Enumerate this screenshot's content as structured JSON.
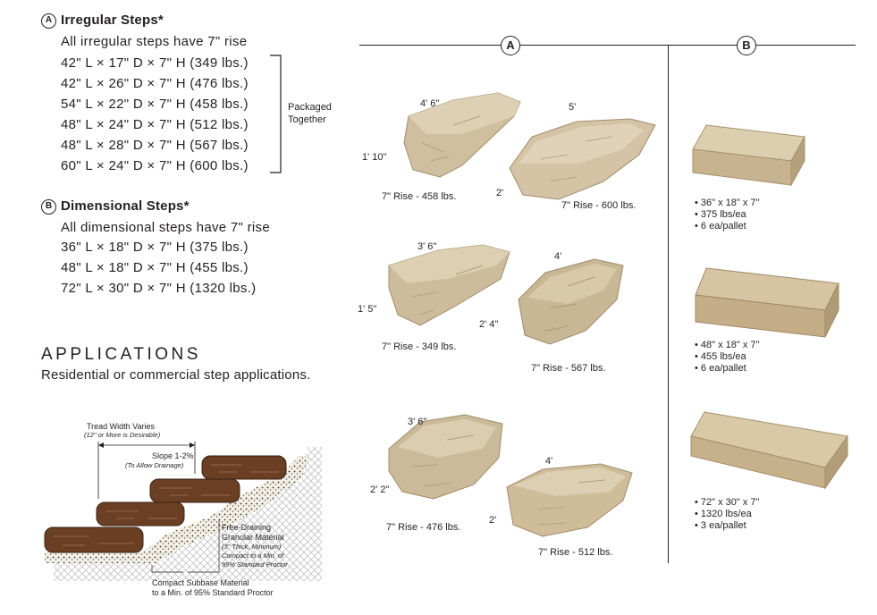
{
  "irregular": {
    "letter": "A",
    "title": "Irregular Steps*",
    "rise_note": "All irregular steps have 7\" rise",
    "items": [
      "42\" L  × 17\" D × 7\" H (349 lbs.)",
      "42\" L  × 26\" D × 7\" H (476 lbs.)",
      "54\" L  × 22\" D × 7\" H (458 lbs.)",
      "48\" L  × 24\" D × 7\" H (512 lbs.)",
      "48\" L  × 28\" D × 7\" H (567 lbs.)",
      "60\" L  × 24\" D × 7\" H (600 lbs.)"
    ],
    "packaged_line1": "Packaged",
    "packaged_line2": "Together"
  },
  "dimensional": {
    "letter": "B",
    "title": "Dimensional Steps*",
    "rise_note": "All dimensional steps have 7\" rise",
    "items": [
      "36\" L  × 18\" D × 7\" H (375 lbs.)",
      "48\" L  × 18\" D × 7\" H (455 lbs.)",
      "72\" L  × 30\" D × 7\" H (1320 lbs.)"
    ]
  },
  "applications": {
    "title": "APPLICATIONS",
    "text": "Residential or commercial step applications."
  },
  "diagram": {
    "tread_width": "Tread Width Varies",
    "tread_note": "(12\" or More is Desirable)",
    "slope": "Slope 1-2%",
    "slope_note": "(To Allow Drainage)",
    "free_draining_1": "Free-Draining",
    "free_draining_2": "Granular Material",
    "free_draining_3": "(3\" Thick, Minimum)",
    "free_draining_4": "Compact to a Min. of",
    "free_draining_5": "95% Standard Proctor",
    "subbase_1": "Compact Subbase Material",
    "subbase_2": "to a Min. of 95% Standard Proctor"
  },
  "columns": {
    "a": "A",
    "b": "B"
  },
  "stones_a": [
    {
      "top": "4' 6\"",
      "side": "1' 10\"",
      "caption": "7\" Rise - 458 lbs."
    },
    {
      "top": "5'",
      "side": "2'",
      "caption": "7\" Rise - 600 lbs."
    },
    {
      "top": "3' 6\"",
      "side": "1' 5\"",
      "caption": "7\" Rise - 349 lbs."
    },
    {
      "top": "4'",
      "side": "2' 4\"",
      "caption": "7\" Rise - 567 lbs."
    },
    {
      "top": "3' 6\"",
      "side": "2' 2\"",
      "caption": "7\" Rise - 476 lbs."
    },
    {
      "top": "4'",
      "side": "2'",
      "caption": "7\" Rise - 512 lbs."
    }
  ],
  "stones_b": [
    {
      "l1": "• 36\" x 18\" x 7\"",
      "l2": "• 375 lbs/ea",
      "l3": "• 6 ea/pallet"
    },
    {
      "l1": "• 48\" x 18\" x 7\"",
      "l2": "• 455 lbs/ea",
      "l3": "• 6 ea/pallet"
    },
    {
      "l1": "• 72\" x 30\" x 7\"",
      "l2": "• 1320 lbs/ea",
      "l3": "• 3 ea/pallet"
    }
  ],
  "colors": {
    "text": "#231f20",
    "stone_light": "#d9c9a8",
    "stone_dark": "#a89070",
    "brown": "#6b3f24"
  }
}
